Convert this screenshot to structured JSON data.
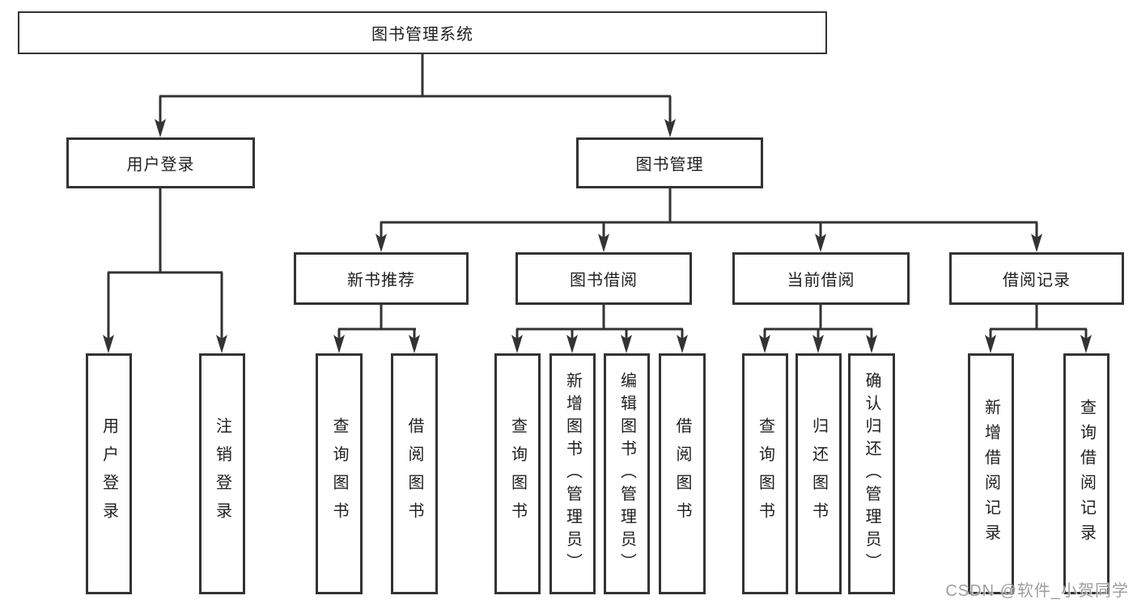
{
  "diagram": {
    "tree": {
      "label": "图书管理系统",
      "children": [
        {
          "label": "用户登录",
          "children": [
            {
              "label": "用户登录"
            },
            {
              "label": "注销登录"
            }
          ]
        },
        {
          "label": "图书管理",
          "children": [
            {
              "label": "新书推荐",
              "children": [
                {
                  "label": "查询图书"
                },
                {
                  "label": "借阅图书"
                }
              ]
            },
            {
              "label": "图书借阅",
              "children": [
                {
                  "label": "查询图书"
                },
                {
                  "label": "新增图书（管理员）"
                },
                {
                  "label": "编辑图书（管理员）"
                },
                {
                  "label": "借阅图书"
                }
              ]
            },
            {
              "label": "当前借阅",
              "children": [
                {
                  "label": "查询图书"
                },
                {
                  "label": "归还图书"
                },
                {
                  "label": "确认归还（管理员）"
                }
              ]
            },
            {
              "label": "借阅记录",
              "children": [
                {
                  "label": "新增借阅记录"
                },
                {
                  "label": "查询借阅记录"
                }
              ]
            }
          ]
        }
      ]
    }
  },
  "watermark": {
    "text": "CSDN @软件_小贺同学"
  },
  "colors": {
    "line": "#333333",
    "text": "#1f1f1f",
    "background": "#ffffff",
    "watermark": "#969696"
  }
}
